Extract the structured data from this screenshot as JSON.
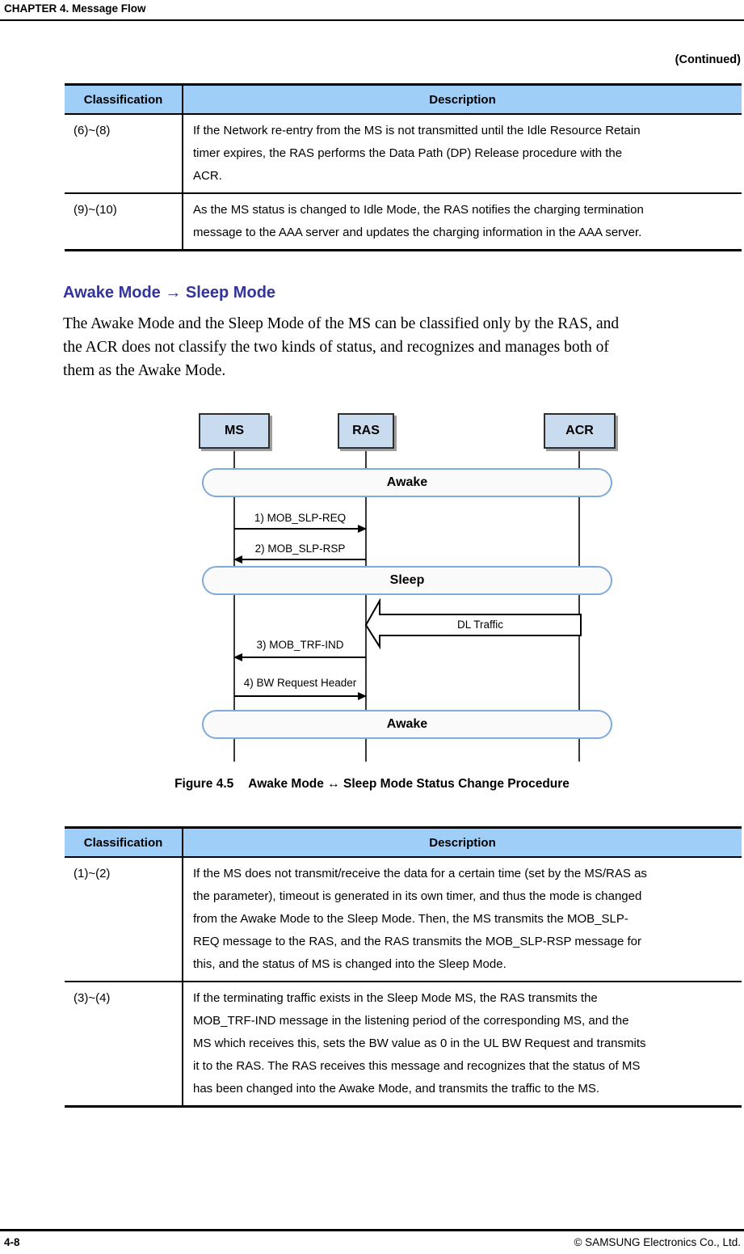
{
  "header": {
    "chapter_title": "CHAPTER 4. Message Flow"
  },
  "continued_label": "(Continued)",
  "colors": {
    "table_header_bg": "#9FCEF8",
    "section_heading": "#333399",
    "actor_box_fill": "#C9DBEE",
    "state_pill_border": "#7FABDB"
  },
  "tables": [
    {
      "headers": [
        "Classification",
        "Description"
      ],
      "rows": [
        {
          "classification": "(6)~(8)",
          "lines": [
            "If the Network re-entry from the MS is not transmitted until the Idle Resource Retain",
            "timer expires, the RAS performs the Data Path (DP) Release procedure with the",
            "ACR."
          ]
        },
        {
          "classification": "(9)~(10)",
          "lines": [
            "As the MS status is changed to Idle Mode, the RAS notifies the charging termination",
            "message to the AAA server and updates the charging information in the AAA server."
          ]
        }
      ]
    },
    {
      "headers": [
        "Classification",
        "Description"
      ],
      "rows": [
        {
          "classification": "(1)~(2)",
          "lines": [
            "If the MS does not transmit/receive the data for a certain time (set by the MS/RAS as",
            "the parameter), timeout is generated in its own timer, and thus the mode is changed",
            "from the Awake Mode to the Sleep Mode. Then, the MS transmits the MOB_SLP-",
            "REQ message to the RAS, and the RAS transmits the MOB_SLP-RSP message for",
            "this, and the status of MS is changed into the Sleep Mode."
          ]
        },
        {
          "classification": "(3)~(4)",
          "lines": [
            "If the terminating traffic exists in the Sleep Mode MS, the RAS transmits the",
            "MOB_TRF-IND message in the listening period of the corresponding MS, and the",
            "MS which receives this, sets the BW value as 0 in the UL BW Request and transmits",
            "it to the RAS. The RAS receives this message and recognizes that the status of MS",
            "has been changed into the Awake Mode, and transmits the traffic to the MS."
          ]
        }
      ]
    }
  ],
  "section": {
    "heading": "Awake Mode → Sleep Mode",
    "paragraph_lines": [
      "The Awake Mode and the Sleep Mode of the MS can be classified only by the RAS, and",
      "the ACR does not classify the two kinds of status, and recognizes and manages both of",
      "them as the Awake Mode."
    ]
  },
  "figure": {
    "actors": [
      "MS",
      "RAS",
      "ACR"
    ],
    "states": [
      "Awake",
      "Sleep",
      "Awake"
    ],
    "messages": [
      {
        "label": "1) MOB_SLP-REQ",
        "from": "MS",
        "to": "RAS"
      },
      {
        "label": "2) MOB_SLP-RSP",
        "from": "RAS",
        "to": "MS"
      },
      {
        "label": "DL Traffic",
        "from": "ACR",
        "to": "RAS"
      },
      {
        "label": "3) MOB_TRF-IND",
        "from": "RAS",
        "to": "MS"
      },
      {
        "label": "4) BW Request Header",
        "from": "MS",
        "to": "RAS"
      }
    ],
    "caption_prefix": "Figure 4.5",
    "caption_title": "Awake Mode ↔ Sleep Mode Status Change Procedure"
  },
  "footer": {
    "page_number": "4-8",
    "copyright": "© SAMSUNG Electronics Co., Ltd."
  }
}
